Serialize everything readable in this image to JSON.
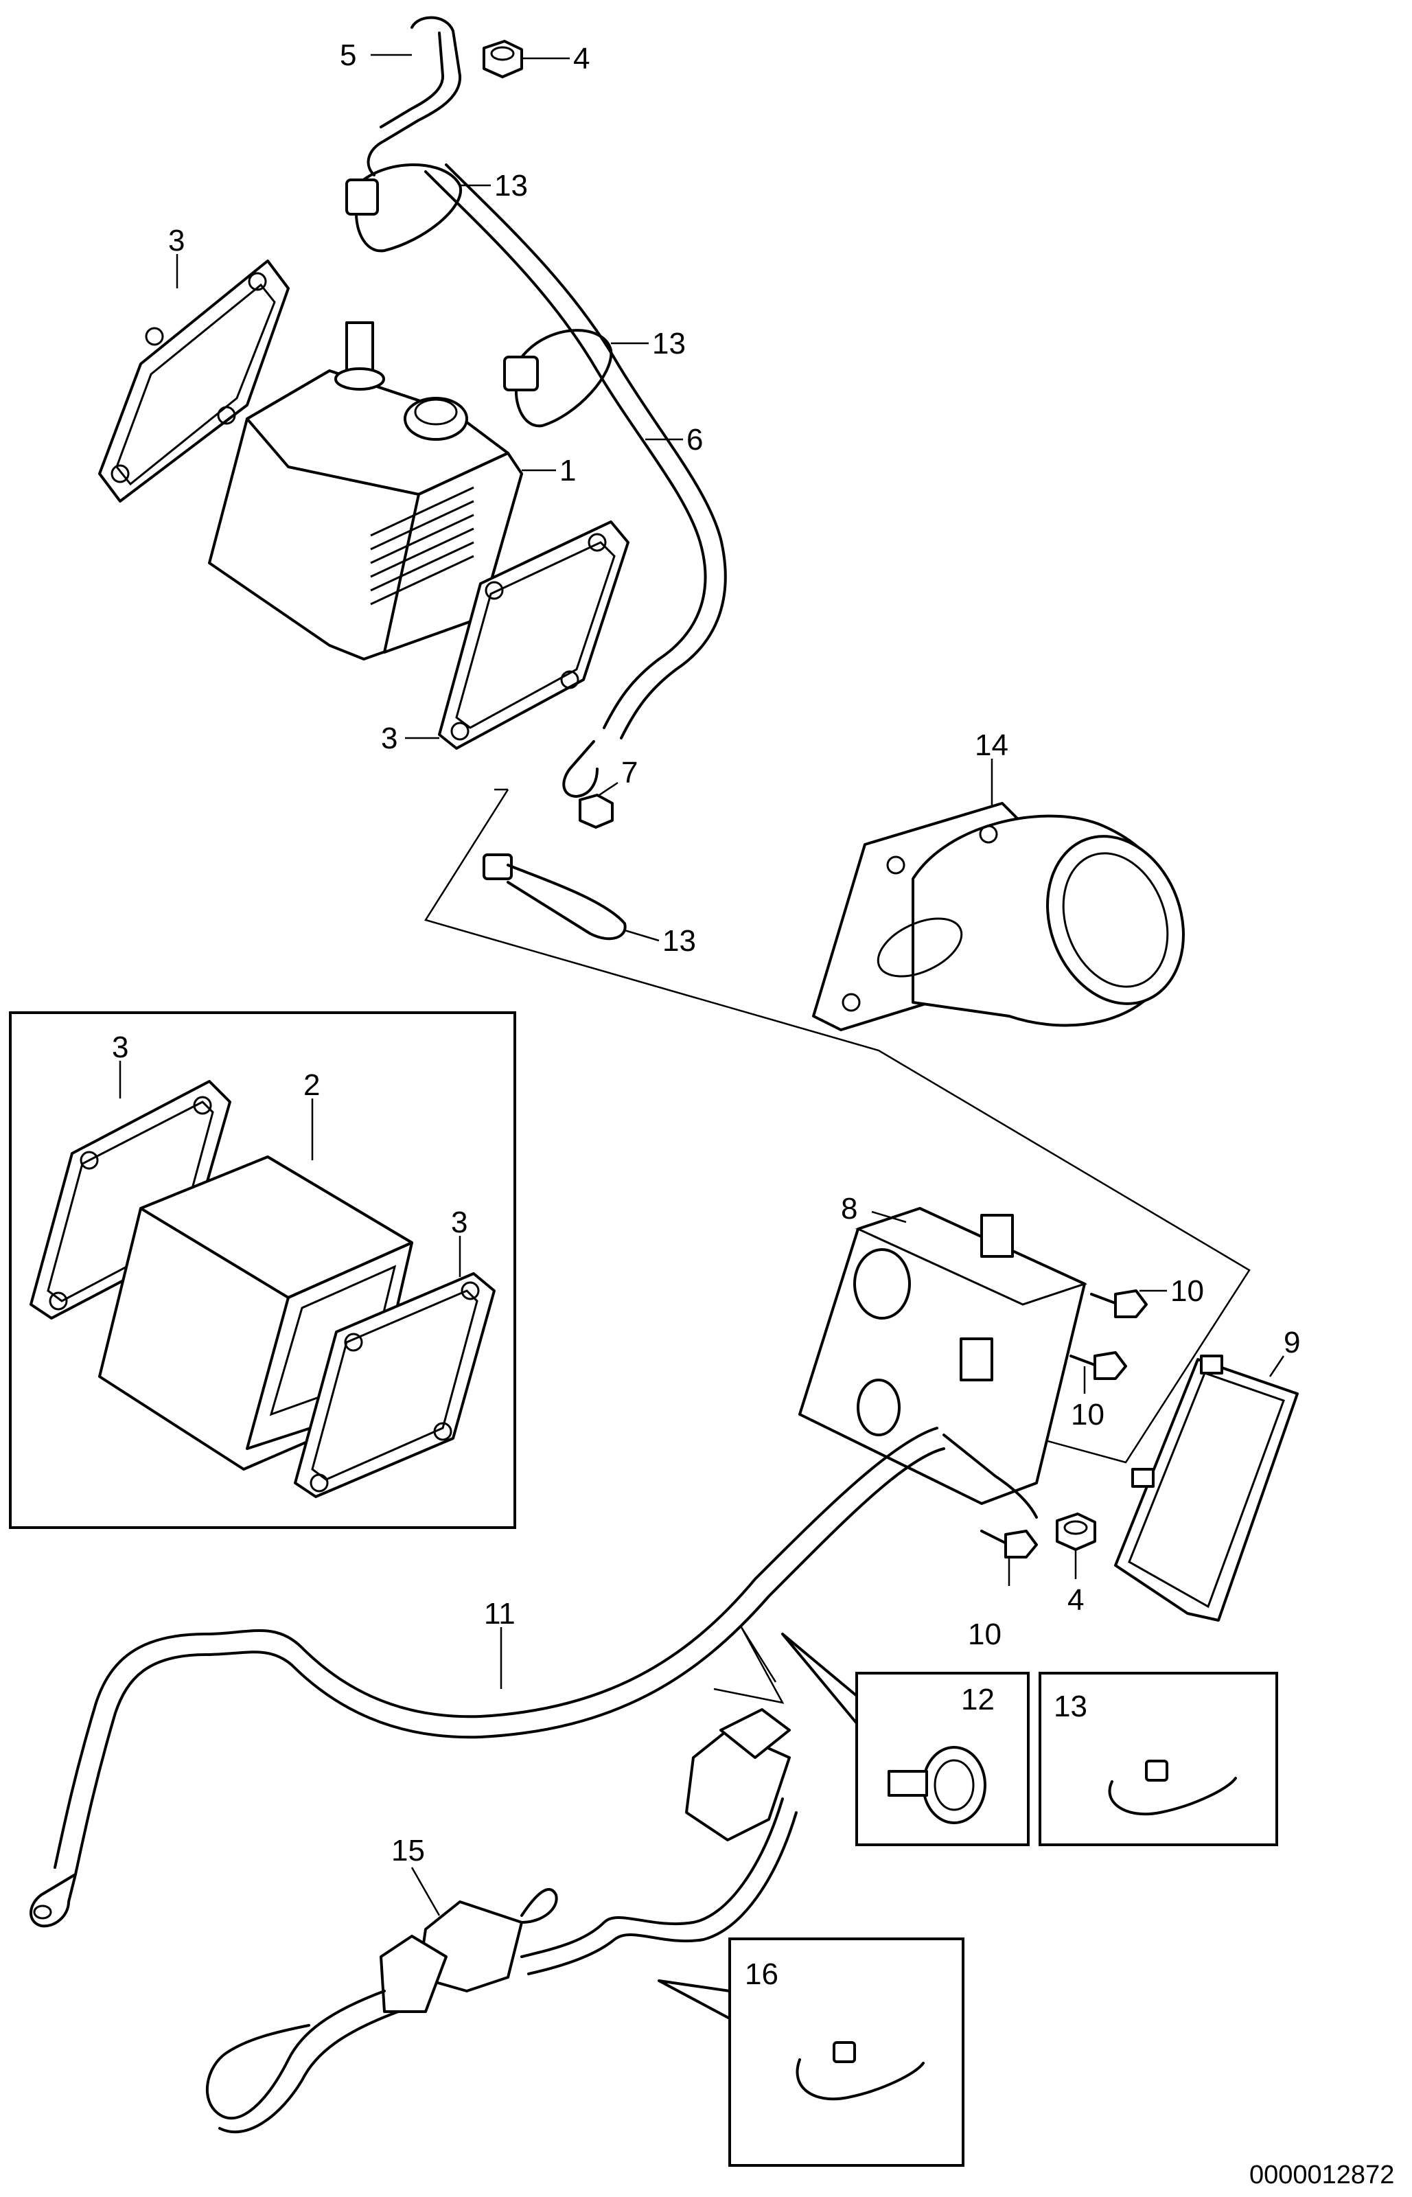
{
  "callouts": {
    "c5": "5",
    "c4_top": "4",
    "c13_a": "13",
    "c3_a": "3",
    "c13_b": "13",
    "c6": "6",
    "c1": "1",
    "c3_b": "3",
    "c7": "7",
    "c14": "14",
    "c13_c": "13",
    "c3_inset_left": "3",
    "c2": "2",
    "c3_inset_right": "3",
    "c8": "8",
    "c10_a": "10",
    "c9": "9",
    "c10_b": "10",
    "c4_bottom": "4",
    "c10_c": "10",
    "c11": "11",
    "c12": "12",
    "c13_d": "13",
    "c15": "15",
    "c16": "16"
  },
  "reference_code": "0000012872"
}
